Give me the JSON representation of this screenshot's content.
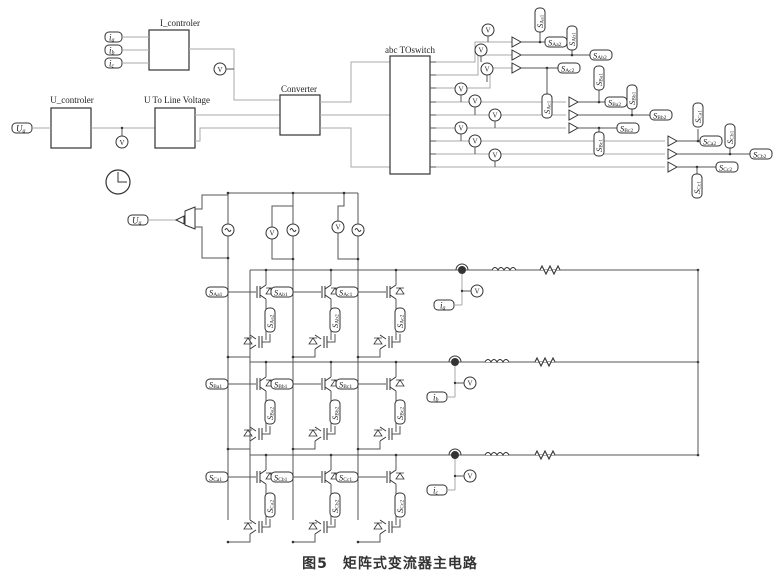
{
  "caption": "图5　矩阵式变流器主电路",
  "blocks": {
    "i_controler": "I_controler",
    "u_controler": "U_controler",
    "u_to_line": "U To Line Voltage",
    "converter": "Converter",
    "abc_toswitch": "abc TOswitch"
  },
  "inputs": {
    "ia": "i",
    "ia_sub": "a",
    "ib": "i",
    "ib_sub": "b",
    "ic": "i",
    "ic_sub": "c",
    "ua": "U",
    "ua_sub": "a"
  },
  "voltmeter_label": "V",
  "control_outputs": [
    {
      "main": "S",
      "sub": "Aa1"
    },
    {
      "main": "S",
      "sub": "Aa2"
    },
    {
      "main": "S",
      "sub": "Ab1"
    },
    {
      "main": "S",
      "sub": "Ab2"
    },
    {
      "main": "S",
      "sub": "Ac1"
    },
    {
      "main": "S",
      "sub": "Ac2"
    },
    {
      "main": "S",
      "sub": "Ba1"
    },
    {
      "main": "S",
      "sub": "Ba2"
    },
    {
      "main": "S",
      "sub": "Bb1"
    },
    {
      "main": "S",
      "sub": "Bb2"
    },
    {
      "main": "S",
      "sub": "Bc1"
    },
    {
      "main": "S",
      "sub": "Bc2"
    },
    {
      "main": "S",
      "sub": "Ca1"
    },
    {
      "main": "S",
      "sub": "Ca2"
    },
    {
      "main": "S",
      "sub": "Cb1"
    },
    {
      "main": "S",
      "sub": "Cb2"
    },
    {
      "main": "S",
      "sub": "Cc1"
    },
    {
      "main": "S",
      "sub": "Cc2"
    }
  ],
  "switch_matrix": [
    [
      {
        "g1": "Aa1",
        "g2": "Aa2"
      },
      {
        "g1": "Ab1",
        "g2": "Ab2"
      },
      {
        "g1": "Ac1",
        "g2": "Ac2"
      }
    ],
    [
      {
        "g1": "Ba1",
        "g2": "Ba2"
      },
      {
        "g1": "Bb1",
        "g2": "Bb2"
      },
      {
        "g1": "Bc1",
        "g2": "Bc2"
      }
    ],
    [
      {
        "g1": "Ca1",
        "g2": "Ca2"
      },
      {
        "g1": "Cb1",
        "g2": "Cb2"
      },
      {
        "g1": "Cc1",
        "g2": "Cc2"
      }
    ]
  ],
  "output_currents": [
    {
      "main": "i",
      "sub": "a"
    },
    {
      "main": "i",
      "sub": "b"
    },
    {
      "main": "i",
      "sub": "c"
    }
  ],
  "gate_prefix": "S"
}
